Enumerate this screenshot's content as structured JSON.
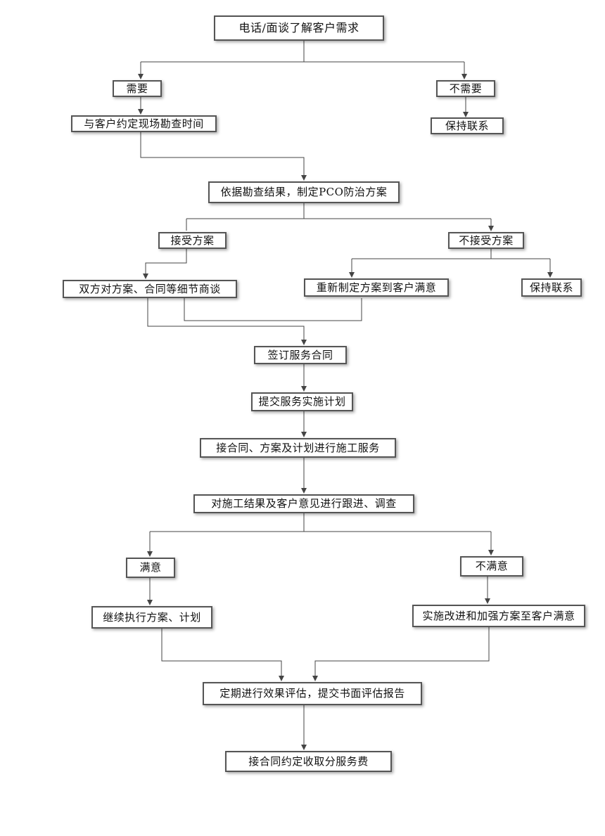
{
  "nodes": {
    "start": "电话/面谈了解客户需求",
    "need": "需要",
    "no_need": "不需要",
    "schedule_survey": "与客户约定现场勘查时间",
    "keep_contact_1": "保持联系",
    "make_plan": "依据勘查结果，制定PCO防治方案",
    "accept_plan": "接受方案",
    "reject_plan": "不接受方案",
    "negotiate": "双方对方案、合同等细节商谈",
    "redo_plan": "重新制定方案到客户满意",
    "keep_contact_2": "保持联系",
    "sign_contract": "签订服务合同",
    "submit_plan": "提交服务实施计划",
    "perform_service": "接合同、方案及计划进行施工服务",
    "follow_up": "对施工结果及客户意见进行跟进、调查",
    "satisfied": "满意",
    "unsatisfied": "不满意",
    "continue_plan": "继续执行方案、计划",
    "improve_plan": "实施改进和加强方案至客户满意",
    "evaluate": "定期进行效果评估，提交书面评估报告",
    "collect_fee": "接合同约定收取分服务费"
  },
  "colors": {
    "line": "#444444",
    "border": "#555555"
  }
}
